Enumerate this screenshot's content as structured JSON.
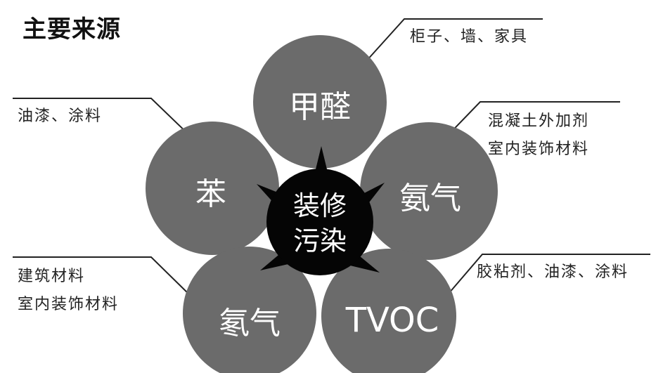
{
  "title": "主要来源",
  "center": {
    "line1": "装修",
    "line2": "污染"
  },
  "pollutants": [
    {
      "name": "甲醛",
      "sources": [
        "柜子、墙、家具"
      ]
    },
    {
      "name": "苯",
      "sources": [
        "油漆、涂料"
      ]
    },
    {
      "name": "氨气",
      "sources": [
        "混凝土外加剂",
        "室内装饰材料"
      ]
    },
    {
      "name": "氡气",
      "sources": [
        "建筑材料",
        "室内装饰材料"
      ]
    },
    {
      "name": "TVOC",
      "sources": [
        "胶粘剂、油漆、涂料"
      ]
    }
  ],
  "colors": {
    "petal": "#6b6b6b",
    "center": "#050505",
    "text_dark": "#222222",
    "line": "#222222"
  }
}
